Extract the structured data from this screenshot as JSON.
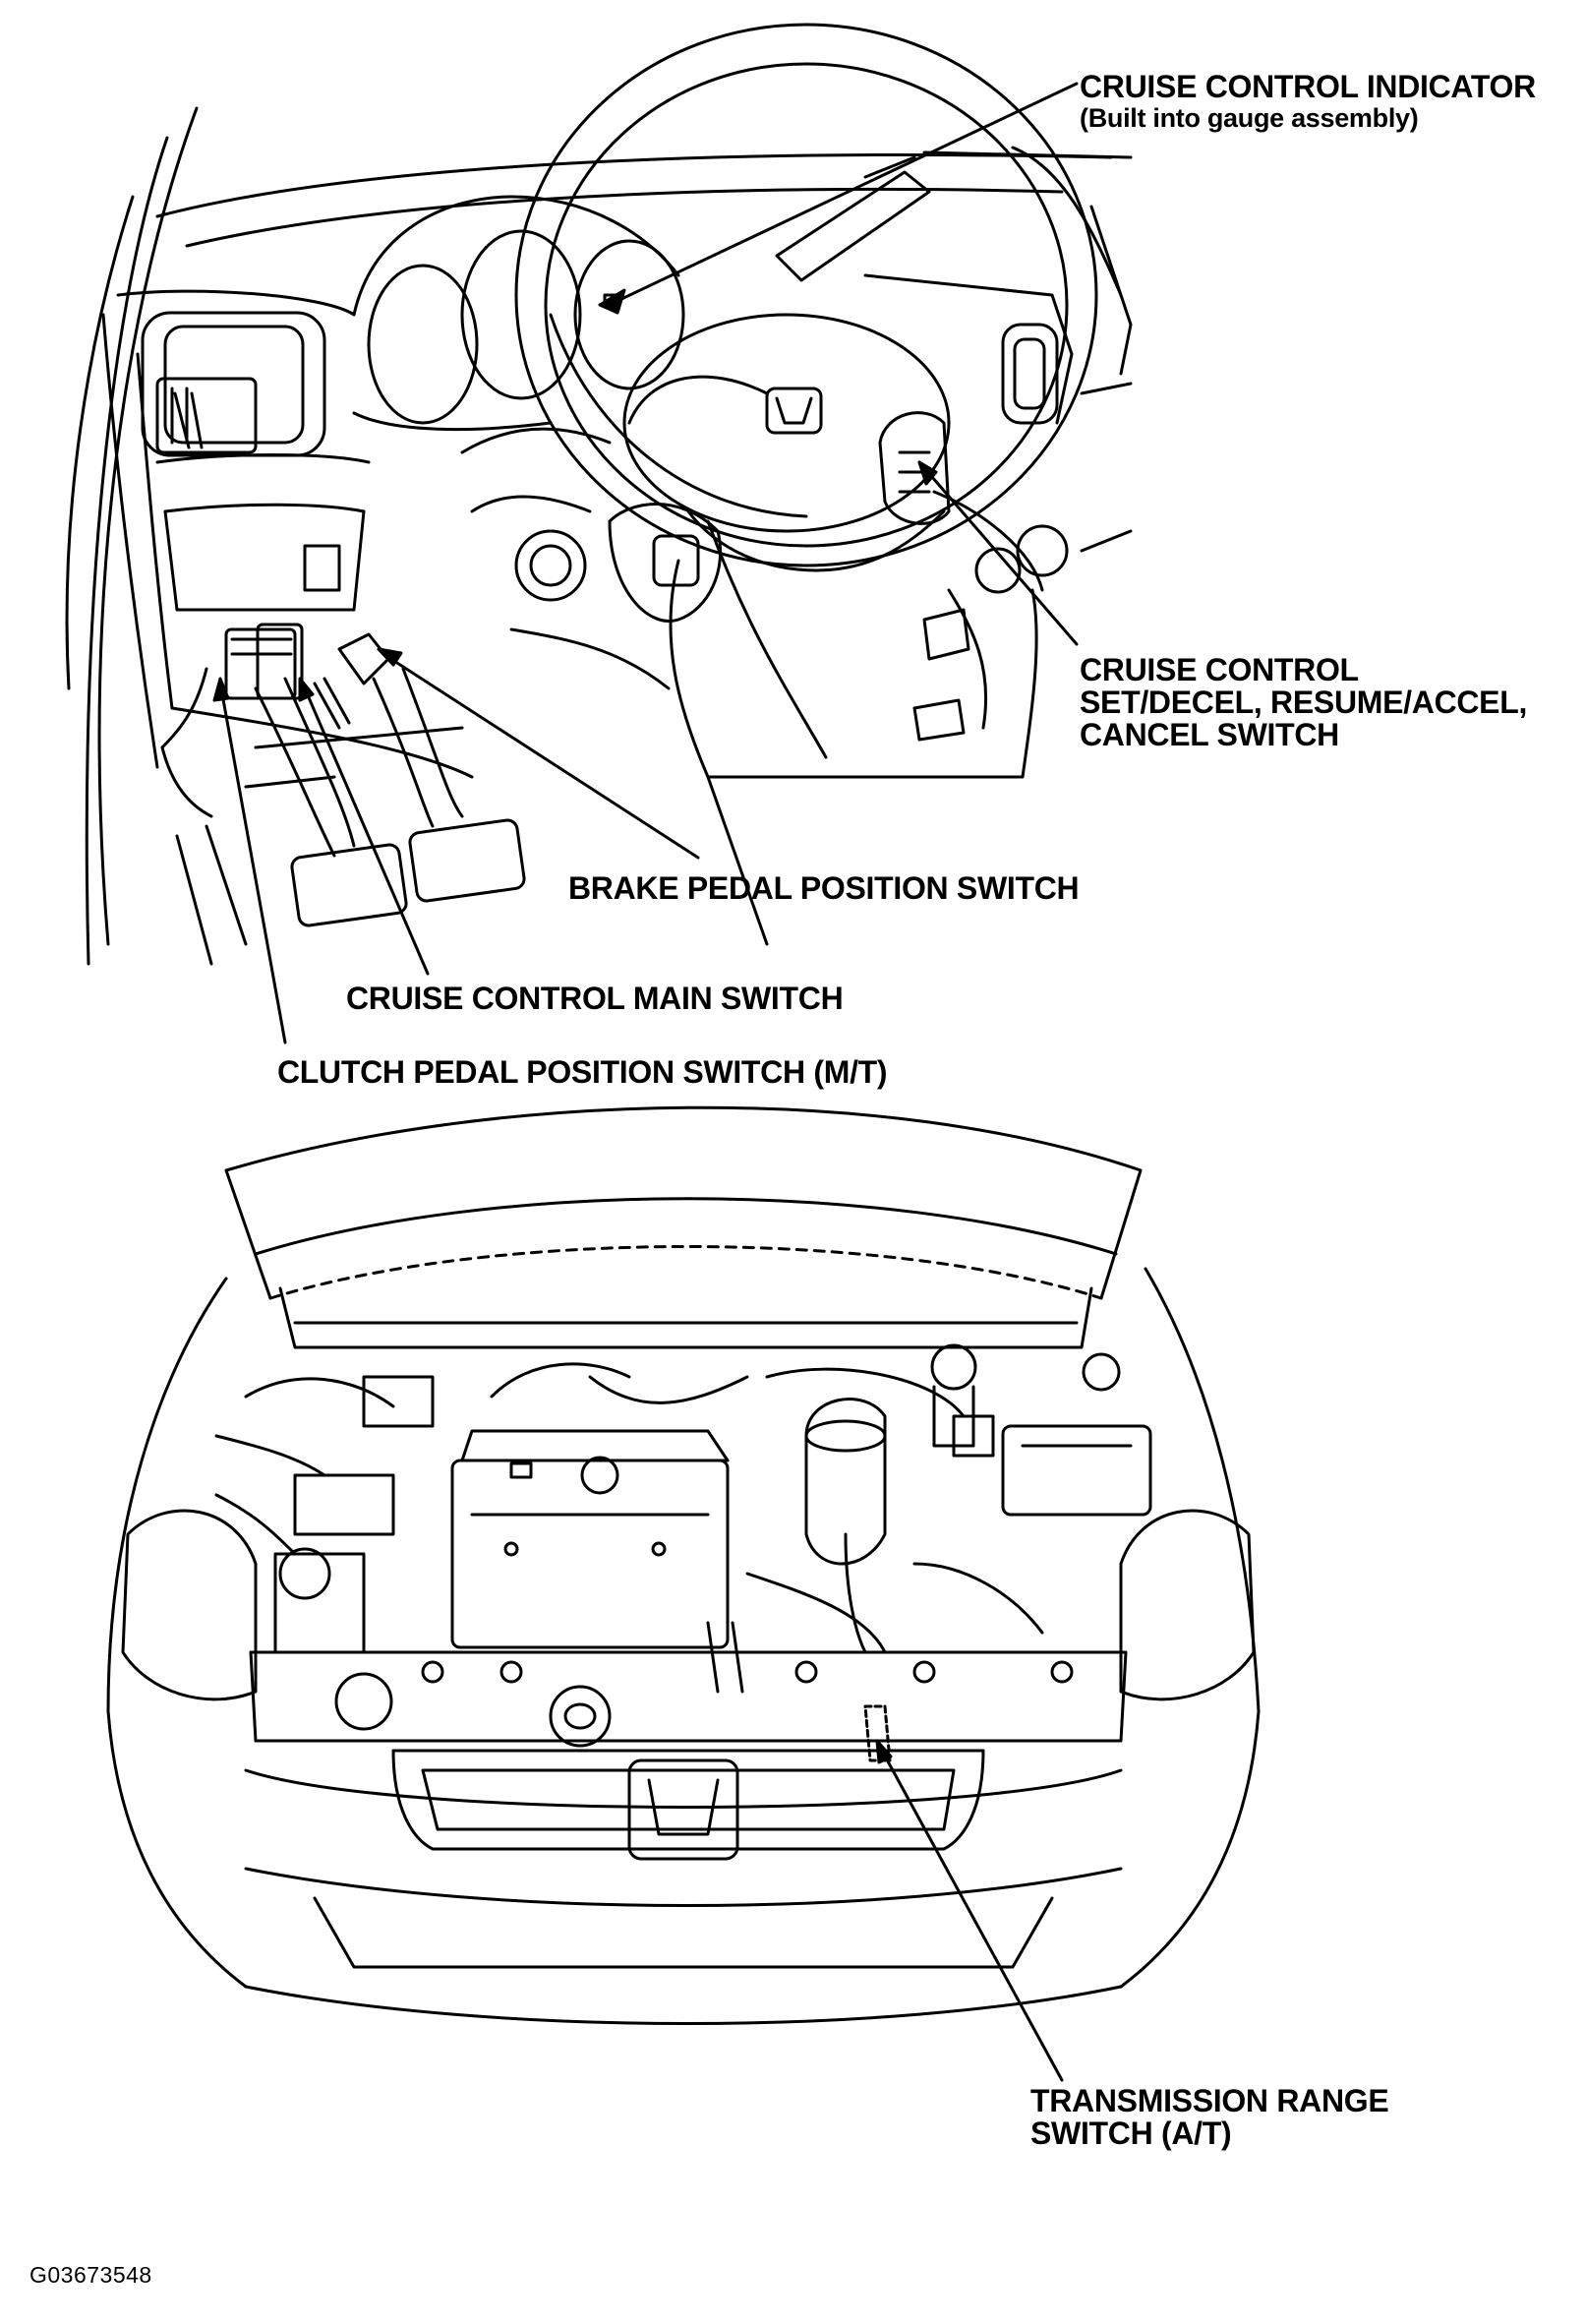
{
  "labels": {
    "cruise_indicator": {
      "line1": "CRUISE CONTROL INDICATOR",
      "line2": "(Built into gauge assembly)"
    },
    "cruise_set_switch": {
      "line1": "CRUISE CONTROL",
      "line2": "SET/DECEL, RESUME/ACCEL,",
      "line3": "CANCEL SWITCH"
    },
    "brake_pedal_switch": "BRAKE PEDAL POSITION SWITCH",
    "cruise_main_switch": "CRUISE CONTROL MAIN SWITCH",
    "clutch_pedal_switch": "CLUTCH PEDAL POSITION SWITCH (M/T)",
    "transmission_range_switch": {
      "line1": "TRANSMISSION RANGE",
      "line2": "SWITCH (A/T)"
    }
  },
  "figure_id": "G03673548"
}
